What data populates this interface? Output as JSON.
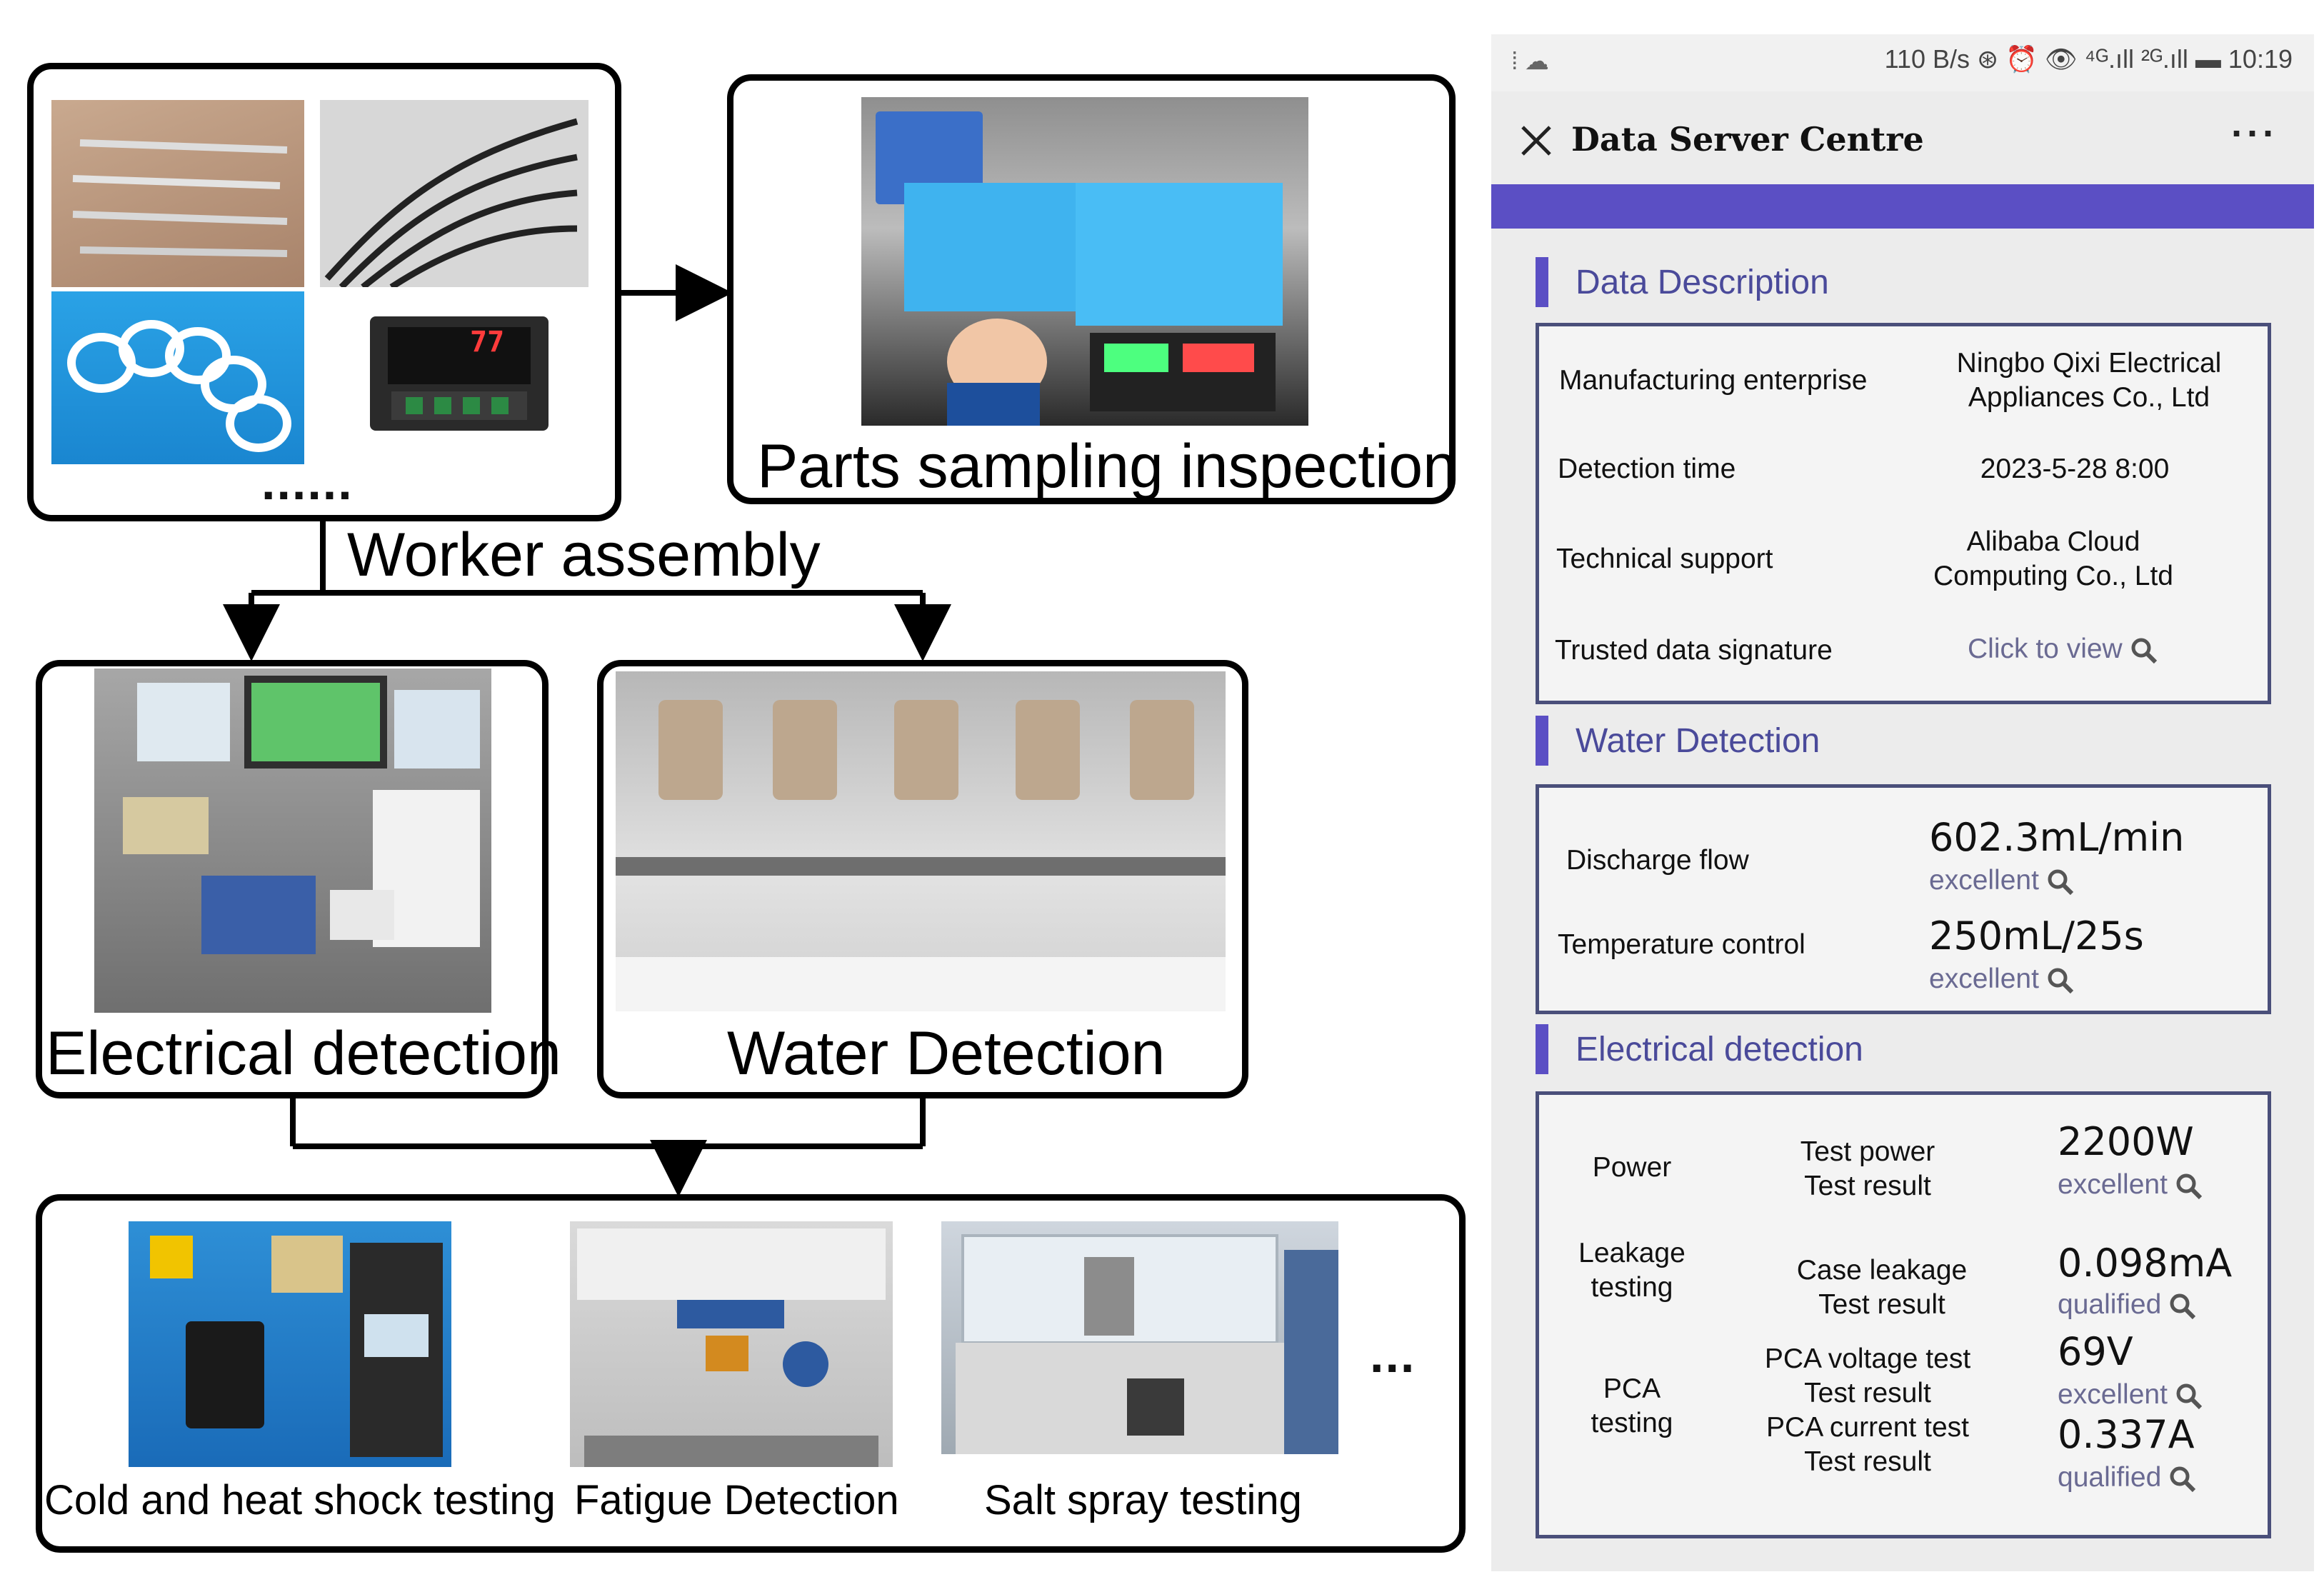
{
  "diagram": {
    "worker_assembly": "Worker assembly",
    "parts_sampling": "Parts sampling inspection",
    "electrical_detection": "Electrical detection",
    "water_detection": "Water Detection",
    "cold_heat": "Cold and heat shock testing",
    "fatigue": "Fatigue Detection",
    "salt_spray": "Salt spray testing",
    "parts_more": "......",
    "tests_more": "...",
    "controller_display": "77"
  },
  "phone": {
    "status_bar": "110 B/s ⊛ ⏰ 👁 ⁴ᴳ.ıll ²ᴳ.ıll ▬ 10:19",
    "status_left": "⁞ ☁",
    "title": "Data Server Centre",
    "more": "···",
    "accent_color": "#5b4fc4",
    "data_description": {
      "header": "Data Description",
      "manufacturing_label": "Manufacturing enterprise",
      "manufacturing_value_1": "Ningbo Qixi Electrical",
      "manufacturing_value_2": "Appliances Co., Ltd",
      "detection_label": "Detection time",
      "detection_value": "2023-5-28 8:00",
      "tech_label": "Technical support",
      "tech_value_1": "Alibaba Cloud",
      "tech_value_2": "Computing  Co., Ltd",
      "signature_label": "Trusted data signature",
      "signature_link": "Click to view"
    },
    "water_detection": {
      "header": "Water Detection",
      "discharge_label": "Discharge flow",
      "discharge_value": "602.3mL/min",
      "discharge_grade": "excellent",
      "temperature_label": "Temperature control",
      "temperature_value": "250mL/25s",
      "temperature_grade": "excellent"
    },
    "electrical_detection": {
      "header": "Electrical detection",
      "power_label": "Power",
      "power_test_1": "Test power",
      "power_test_2": "Test result",
      "power_value": "2200W",
      "power_grade": "excellent",
      "leakage_label_1": "Leakage",
      "leakage_label_2": "testing",
      "leakage_test_1": "Case leakage",
      "leakage_test_2": "Test result",
      "leakage_value": "0.098mA",
      "leakage_grade": "qualified",
      "pca_label_1": "PCA",
      "pca_label_2": "testing",
      "pca_test_1": "PCA voltage test",
      "pca_test_2": "Test result",
      "pca_test_3": "PCA current test",
      "pca_test_4": "Test result",
      "pca_voltage_value": "69V",
      "pca_voltage_grade": "excellent",
      "pca_current_value": "0.337A",
      "pca_current_grade": "qualified"
    }
  }
}
